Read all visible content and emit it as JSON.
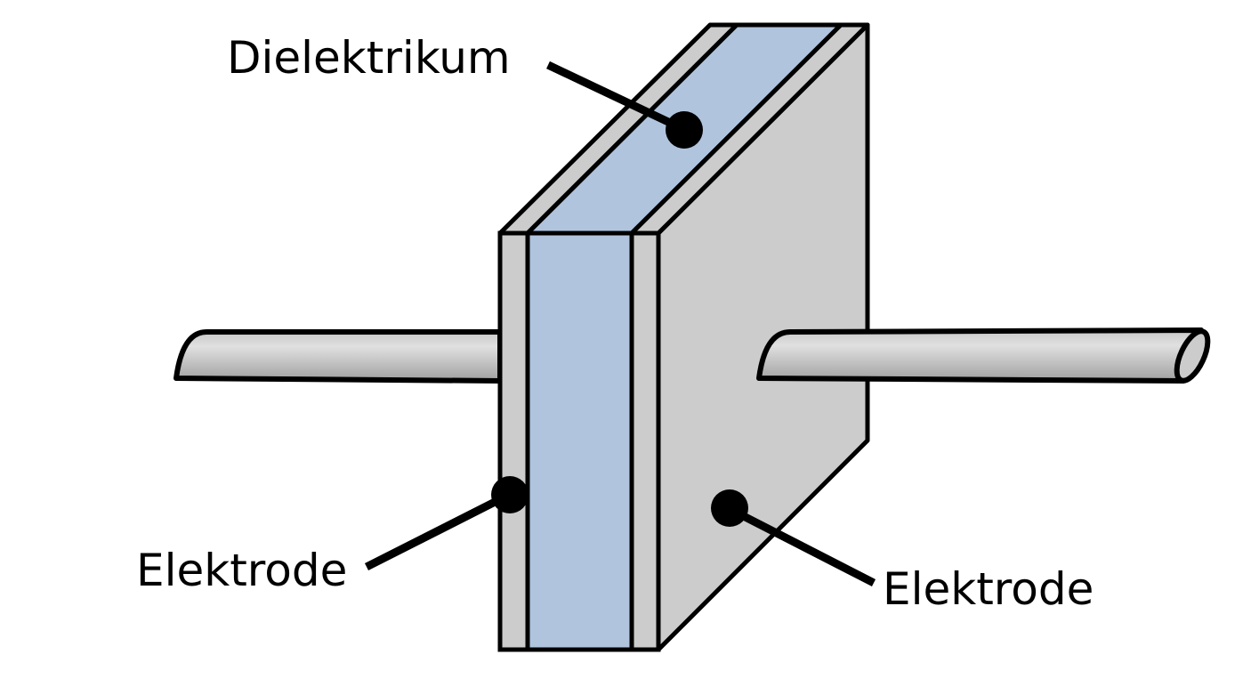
{
  "diagram": {
    "subject": "capacitor",
    "labels": {
      "dielectric": "Dielektrikum",
      "electrode_left": "Elektrode",
      "electrode_right": "Elektrode"
    },
    "colors": {
      "electrode_fill": "#cccccc",
      "dielectric_fill": "#b0c4de",
      "stroke": "#000000",
      "lead_light": "#e0e0e0",
      "lead_dark": "#a0a0a0"
    }
  }
}
